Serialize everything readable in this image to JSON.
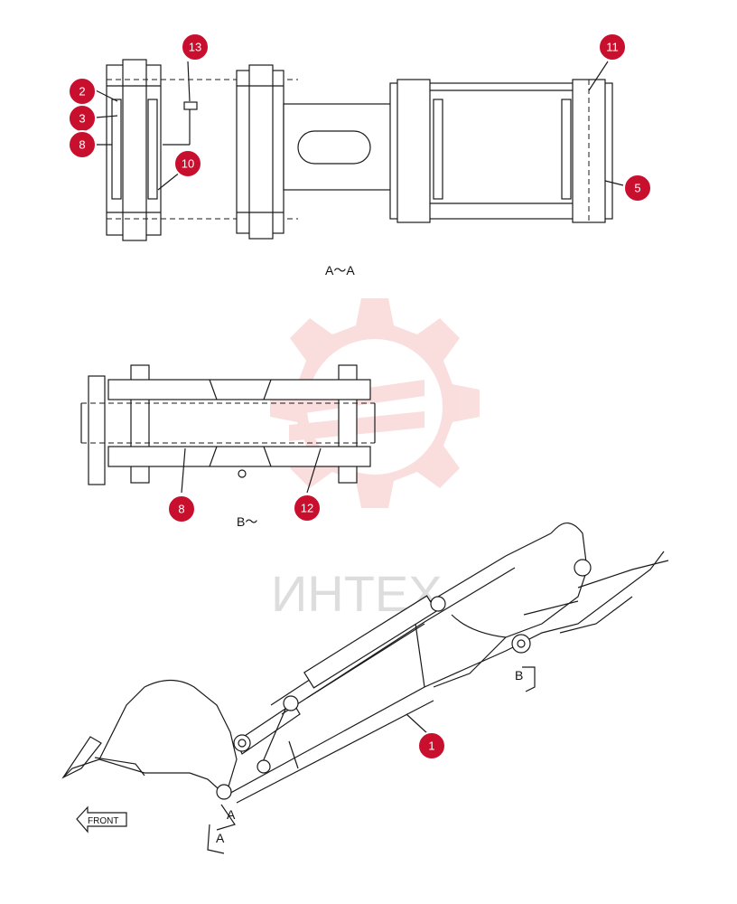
{
  "views": {
    "section_aa_label": "A～A",
    "section_b_label": "B～",
    "front_label": "FRONT",
    "cut_a_upper": "A",
    "cut_a_lower": "A",
    "cut_b": "B"
  },
  "watermark": {
    "text": "ИНТЕХ",
    "color": "#f6c9c9"
  },
  "callout_color": "#c8102e",
  "callouts": [
    "13",
    "11",
    "2",
    "3",
    "8",
    "10",
    "5",
    "8",
    "12",
    "1"
  ]
}
